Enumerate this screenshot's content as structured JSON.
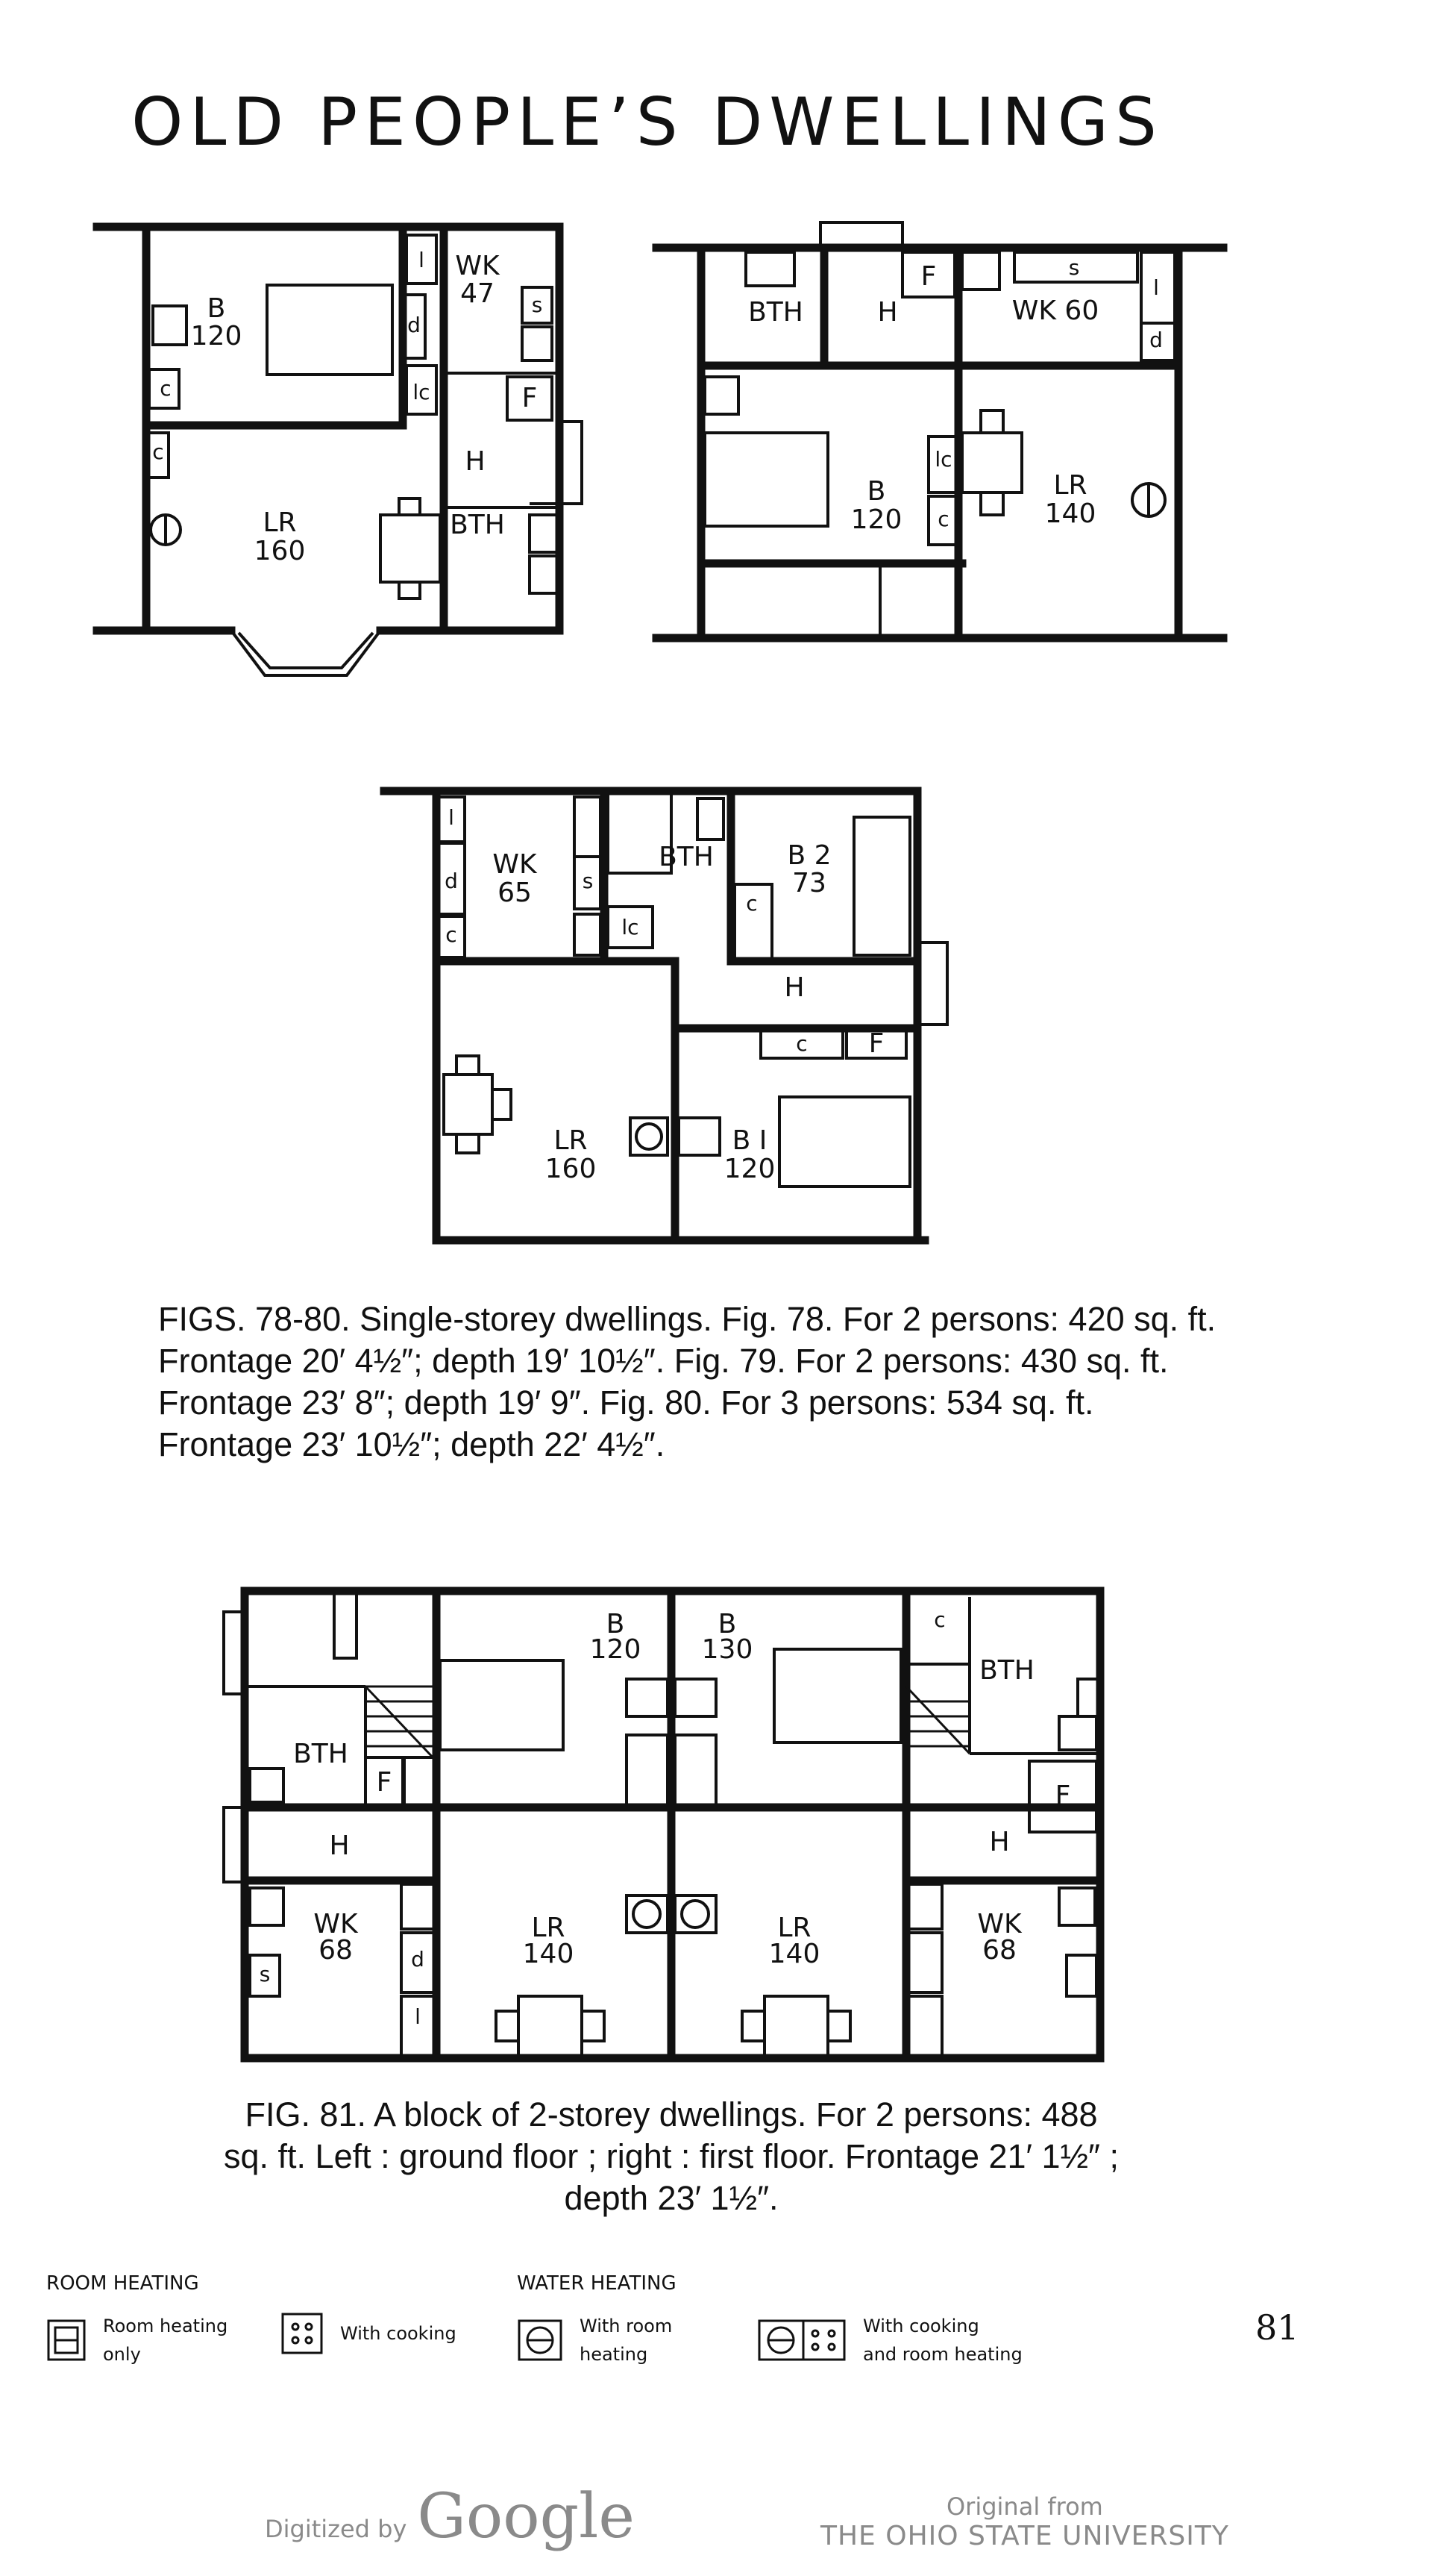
{
  "page": {
    "title": "OLD PEOPLE’S DWELLINGS",
    "page_number": "81"
  },
  "plans": {
    "fig78": {
      "b": "B",
      "b_area": "120",
      "wk": "WK",
      "wk_area": "47",
      "lr": "LR",
      "lr_area": "160",
      "h": "H",
      "bth": "BTH",
      "l": "l",
      "s": "s",
      "d": "d",
      "lc": "lc",
      "f": "F",
      "c1": "c",
      "c2": "c"
    },
    "fig79": {
      "bth": "BTH",
      "h": "H",
      "f": "F",
      "wk": "WK 60",
      "s": "s",
      "l": "l",
      "d": "d",
      "b": "B",
      "b_area": "120",
      "lr": "LR",
      "lr_area": "140",
      "lc": "lc",
      "c": "c"
    },
    "fig80": {
      "wk": "WK",
      "wk_area": "65",
      "bth": "BTH",
      "b2": "B 2",
      "b2_area": "73",
      "h": "H",
      "lr": "LR",
      "lr_area": "160",
      "b1": "B I",
      "b1_area": "120",
      "l": "l",
      "d": "d",
      "c1": "c",
      "c2": "c",
      "c3": "c",
      "s": "s",
      "lc": "lc",
      "f": "F"
    },
    "fig81": {
      "b_l": "B",
      "b_l_area": "120",
      "b_r": "B",
      "b_r_area": "130",
      "bth_l": "BTH",
      "bth_r": "BTH",
      "h_l": "H",
      "h_r": "H",
      "wk_l": "WK",
      "wk_l_area": "68",
      "wk_r": "WK",
      "wk_r_area": "68",
      "lr_l": "LR",
      "lr_l_area": "140",
      "lr_r": "LR",
      "lr_r_area": "140",
      "f_l": "F",
      "f_r": "F",
      "c": "c",
      "l": "l",
      "d": "d",
      "s": "s"
    }
  },
  "captions": {
    "figs_78_80": "FIGS. 78-80. Single-storey dwellings. Fig. 78. For 2 persons: 420 sq. ft. Frontage 20′ 4½″; depth 19′ 10½″. Fig. 79. For 2 persons: 430 sq. ft. Frontage 23′ 8″; depth 19′ 9″. Fig. 80. For 3 persons: 534 sq. ft. Frontage 23′ 10½″; depth 22′ 4½″.",
    "fig_81": "FIG. 81. A block of 2-storey dwellings. For 2 persons: 488 sq. ft. Left : ground floor ; right : first floor. Frontage 21′ 1½″ ; depth 23′ 1½″."
  },
  "legend": {
    "room_heading": "ROOM HEATING",
    "water_heading": "WATER HEATING",
    "items": [
      {
        "label_1": "Room heating",
        "label_2": "only"
      },
      {
        "label_1": "With cooking",
        "label_2": ""
      },
      {
        "label_1": "With room",
        "label_2": "heating"
      },
      {
        "label_1": "With cooking",
        "label_2": "and room heating"
      }
    ]
  },
  "footer": {
    "digitized_by": "Digitized by",
    "google": "Google",
    "original_from": "Original from",
    "institution": "THE OHIO STATE UNIVERSITY"
  }
}
